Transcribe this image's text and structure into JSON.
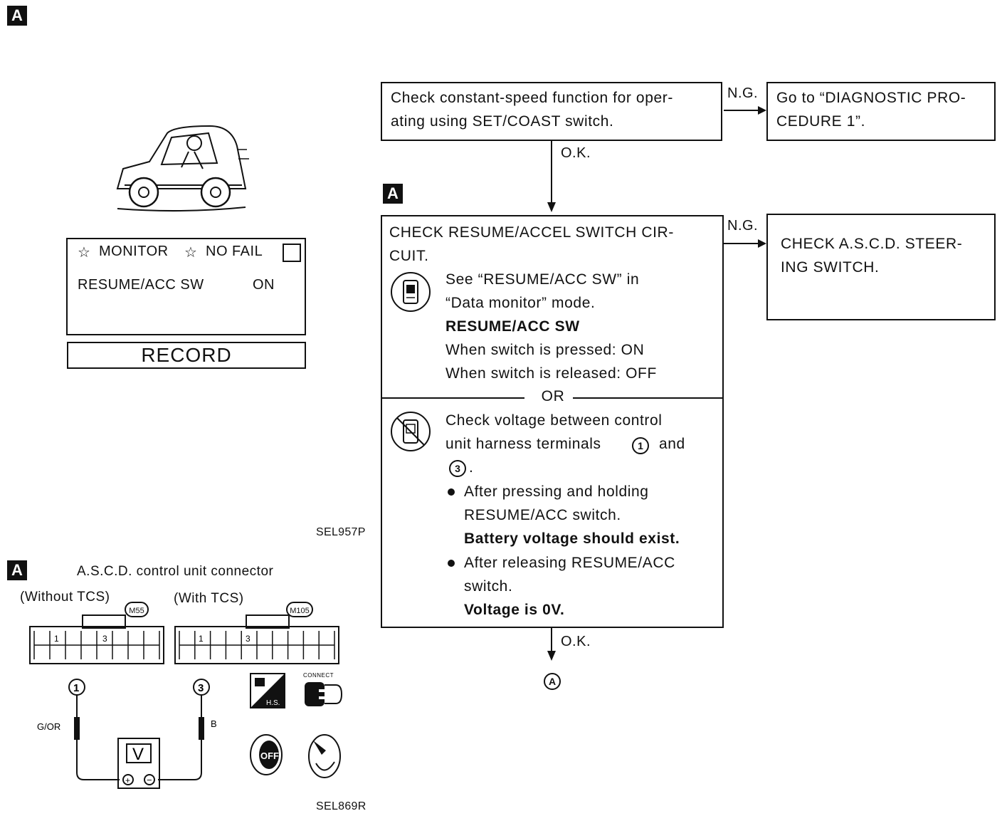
{
  "badge_letter": "A",
  "monitor": {
    "header_monitor": "MONITOR",
    "header_nofail": "NO FAIL",
    "item_label": "RESUME/ACC SW",
    "item_value": "ON",
    "record_button": "RECORD",
    "figure_code": "SEL957P"
  },
  "connector": {
    "title": "A.S.C.D. control unit connector",
    "without_tcs": "(Without TCS)",
    "without_code": "M55",
    "with_tcs": "(With TCS)",
    "with_code": "M105",
    "pin1": "1",
    "pin3": "3",
    "wire_left": "G/OR",
    "wire_right": "B",
    "meter_label": "V",
    "hs_label": "H.S.",
    "connect_label": "CONNECT",
    "off_label": "OFF",
    "figure_code": "SEL869R"
  },
  "flow": {
    "step1": [
      "Check constant-speed function for oper-",
      "ating using SET/COAST switch."
    ],
    "ng1": "N.G.",
    "goto1": [
      "Go to “DIAGNOSTIC PRO-",
      "CEDURE 1”."
    ],
    "ok1": "O.K.",
    "step2_title": [
      "CHECK RESUME/ACCEL SWITCH CIR-",
      "CUIT."
    ],
    "step2_see": [
      "See “RESUME/ACC SW” in",
      "“Data monitor” mode."
    ],
    "step2_item": "RESUME/ACC SW",
    "step2_pressed": "When switch is pressed: ON",
    "step2_released": "When switch is released: OFF",
    "or": "OR",
    "step2_check": [
      "Check voltage between control",
      "unit harness terminals",
      "and",
      "."
    ],
    "bullet1": [
      "After pressing and holding",
      "RESUME/ACC switch."
    ],
    "bullet1_result": "Battery voltage should exist.",
    "bullet2": [
      "After releasing RESUME/ACC",
      "switch."
    ],
    "bullet2_result": "Voltage is 0V.",
    "ng2": "N.G.",
    "goto2": [
      "CHECK A.S.C.D. STEER-",
      "ING SWITCH."
    ],
    "ok2": "O.K.",
    "terminal1": "1",
    "terminal3": "3"
  }
}
